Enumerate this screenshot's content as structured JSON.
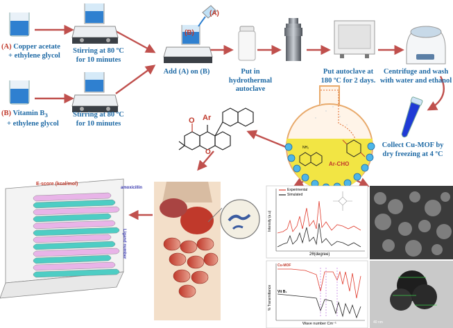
{
  "reagents": {
    "a_letter": "(A)",
    "a_text": "Copper acetate",
    "a_text2": "+ ethylene glycol",
    "b_letter": "(B)",
    "b_text": "Vitamin B",
    "b_sub": "3",
    "b_text2": "+ ethylene glycol"
  },
  "steps": {
    "stir_a_1": "Stirring at 80 ºC",
    "stir_a_2": "for 10 minutes",
    "stir_b_1": "Stirring at 80 ºC",
    "stir_b_2": "for 10 minutes",
    "add": "Add (A) on (B)",
    "hydro_1": "Put in hydrothermal",
    "hydro_2": "autoclave",
    "auto_1": "Put autoclave at",
    "auto_2": "180 ºC for 2 days.",
    "centri_1": "Centrifuge and wash",
    "centri_2": "with water and ethanol",
    "collect_1": "Collect Cu-MOF by",
    "collect_2": "dry freezing at 4 ºC",
    "beaker_a_label": "(A)",
    "beaker_b_label": "(B)"
  },
  "flask": {
    "reagent": "Ar-CHO",
    "amine_label": "NH₂"
  },
  "product": {
    "carbonyl": "O",
    "aryl": "Ar",
    "ring_o": "O"
  },
  "docking": {
    "title": "E-score (kcal/mol)",
    "antibiotic": "amoxicillin",
    "y_axis": "Ligand number"
  },
  "xrd": {
    "legend_exp": "Experimental",
    "legend_sim": "Simulated",
    "xlabel": "2θ(degree)",
    "ylabel": "Intensity (a.u)"
  },
  "ftir": {
    "tag_mof": "Cu-MOF",
    "tag_vit": "Vit B₃",
    "xlabel": "Wave number Cm⁻¹",
    "ylabel": "% Transmittance"
  },
  "tem": {
    "scale": "40 nm"
  },
  "colors": {
    "arrow": "#c0504d",
    "text_blue": "#1f6aa5",
    "text_red": "#c0392b",
    "liquid_blue": "#2f80d0",
    "flask_yellow": "#f2e544",
    "teal_bar": "#4ecdc4",
    "pink_bar": "#e8b4e8"
  }
}
